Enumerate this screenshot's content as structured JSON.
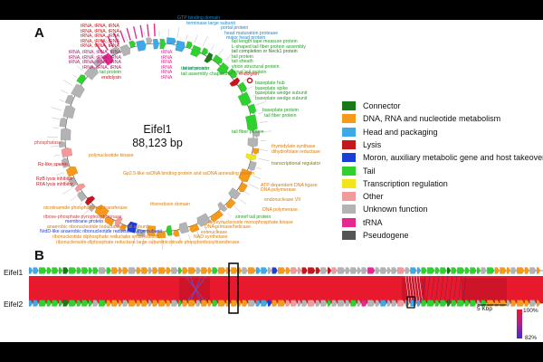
{
  "panel_a_label": "A",
  "panel_b_label": "B",
  "genome": {
    "name": "Eifel1",
    "size": "88,123 bp"
  },
  "legend": [
    {
      "label": "Connector",
      "color": "#1a7a1a"
    },
    {
      "label": "DNA, RNA and nucleotide metabolism",
      "color": "#f59a1b"
    },
    {
      "label": "Head and packaging",
      "color": "#3da9e8"
    },
    {
      "label": "Lysis",
      "color": "#c4161c"
    },
    {
      "label": "Moron, auxiliary metabolic gene and host takeover",
      "color": "#1b3fd6"
    },
    {
      "label": "Tail",
      "color": "#2ed12e"
    },
    {
      "label": "Transcription regulation",
      "color": "#f2e61a"
    },
    {
      "label": "Other",
      "color": "#f29a9a"
    },
    {
      "label": "Unknown function",
      "color": "#b3b3b3"
    },
    {
      "label": "tRNA",
      "color": "#e6278f"
    },
    {
      "label": "Pseudogene",
      "color": "#555555"
    }
  ],
  "gene_labels": {
    "top_left": [
      "tRNA, tRNA, tRNA, tRNA",
      "tRNA, tRNA, tRNA, tRNA",
      "tRNA, tRNA, tRNA, tRNA",
      "tRNA, tRNA, tRNA",
      "tail protein",
      "endolysin"
    ],
    "top_left_red": [
      "tRNA, tRNA, tRNA",
      "tRNA, tRNA, tRNA",
      "tRNA, tRNA, tRNA",
      "tRNA, tRNA, tRNA",
      "tRNA, tRNA, tRNA"
    ],
    "top_center": [
      "tRNA",
      "tRNA",
      "tRNA",
      "tRNA",
      "tRNA",
      "tRNA"
    ],
    "top_center_head": [
      "GTP binding domain",
      "terminase large subunit",
      "portal protein",
      "head maturation protease",
      "major head protein",
      "head protein"
    ],
    "top_tail": [
      "tail terminator",
      "tail assembly chaperone"
    ],
    "right_upper": [
      "tail length tape measure protein",
      "L-shaped tail fiber protein assembly",
      "tail completion or Neck1 protein",
      "tail protein",
      "tail sheath",
      "virion structural protein",
      "minor tail protein",
      "baseplate hub",
      "baseplate spike",
      "baseplate wedge subunit",
      "baseplate wedge subunit",
      "baseplate protein"
    ],
    "right_red": [
      "endolysin",
      "tail fiber protein"
    ],
    "right_green": [
      "tail fiber protein",
      "tail fiber protein"
    ],
    "right_lower": [
      "thymidylate synthase",
      "dihydrofolate reductase",
      "transcriptional regulator",
      "ATP dependent DNA ligase",
      "DNA polymerase",
      "endonuclease VII",
      "DNA polymerase",
      "DNA polymerase"
    ],
    "bottom_right": [
      "Gp2.5-like ssDNA binding protein and ssDNA annealing protein",
      "thioredoxin domain",
      "sinnef tail protein",
      "deoxynucleoside monophosphate kinase",
      "DNA primase/helicase",
      "exonuclease",
      "NAD synthetase",
      "nicotinate phosphoribosyltransferase"
    ],
    "bottom_left": [
      "nicotinamide phosphoribosyl transferase",
      "ribose-phosphate pyrophosphokinase",
      "membrane protein",
      "anaerobic ribonucleotide reductase small subunit",
      "NrdD-like anaerobic ribonucleotide reductase large subunit",
      "ribonucleotide diphosphate reductase small subunit",
      "ribonucleoside-diphosphate reductase large subunit"
    ],
    "left": [
      "phosphatase",
      "RzB lysis inhibitor",
      "RIIA lysis inhibitor",
      "Rz-like spanin",
      "polynucleotide kinase"
    ]
  },
  "comparison": {
    "tracks": [
      "Eifel1",
      "Eifel2"
    ],
    "scale_bar": "5 Kbp",
    "identity_scale": [
      "100%",
      "82%"
    ]
  }
}
